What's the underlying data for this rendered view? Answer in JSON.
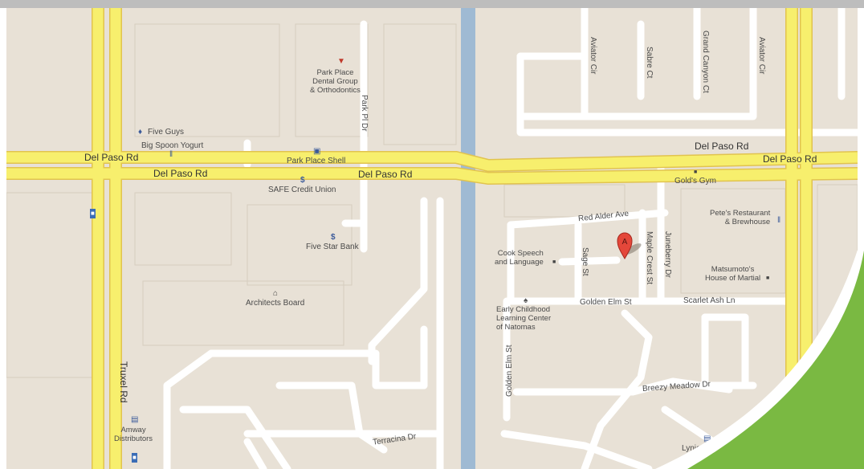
{
  "roads": {
    "del_paso_upper_left": "Del Paso Rd",
    "del_paso_lower_left": "Del Paso Rd",
    "del_paso_lower_mid": "Del Paso Rd",
    "del_paso_upper_right": "Del Paso Rd",
    "del_paso_lower_right": "Del Paso Rd",
    "truxel": "Truxel Rd",
    "park_pl": "Park Pl Dr",
    "aviator1": "Aviator Cir",
    "sabre": "Sabre Ct",
    "grand_canyon": "Grand Canyon Ct",
    "aviator2": "Aviator Cir",
    "red_alder": "Red Alder Ave",
    "sage": "Sage St",
    "maple_crest": "Maple Crest St",
    "juneberry": "Juneberry Dr",
    "golden_elm_h": "Golden Elm St",
    "golden_elm_v": "Golden Elm St",
    "scarlet_ash": "Scarlet Ash Ln",
    "breezy_meadow": "Breezy Meadow Dr",
    "terracina": "Terracina Dr"
  },
  "places": {
    "park_place_dental": "Park Place\nDental Group\n& Orthodontics",
    "five_guys": "Five Guys",
    "big_spoon": "Big Spoon Yogurt",
    "park_place_shell": "Park Place Shell",
    "safe_credit": "SAFE Credit Union",
    "five_star": "Five Star Bank",
    "architects_board": "Architects Board",
    "amway": "Amway\nDistributors",
    "golds_gym": "Gold's Gym",
    "petes": "Pete's Restaurant\n& Brewhouse",
    "matsumoto": "Matsumoto's\nHouse of Martial",
    "cook_speech": "Cook Speech\nand Language",
    "early_childhood": "Early Childhood\nLearning Center\nof Natomas",
    "lynies": "Lynie's Variety"
  },
  "marker": {
    "letter": "A",
    "color": "#e4473a"
  },
  "icons": {
    "dental": "tooth-icon",
    "food": "fork-knife-icon",
    "gas": "gas-station-icon",
    "bank": "dollar-icon",
    "government": "building-icon",
    "shopping": "bag-icon",
    "school": "school-icon",
    "transit": "bus-icon"
  },
  "colors": {
    "land": "#e8e1d6",
    "major_road": "#f7ef6d",
    "major_road_edge": "#e1c34f",
    "minor_road": "#ffffff",
    "water": "#9fbad3",
    "accent_green": "#7ab942",
    "top_bar": "#bdbdbd"
  }
}
